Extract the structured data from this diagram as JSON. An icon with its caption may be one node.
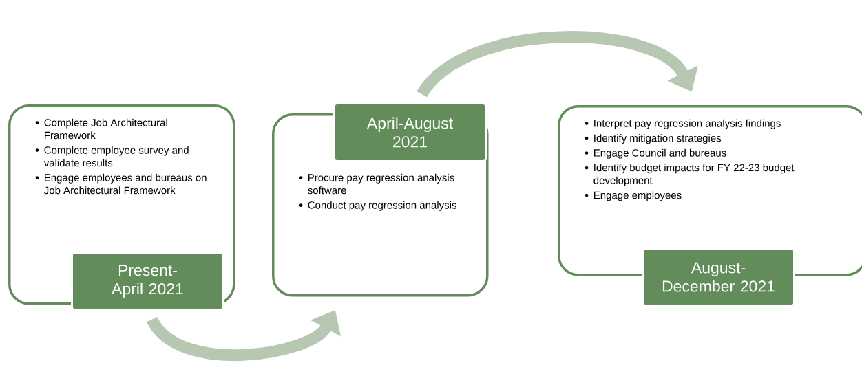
{
  "diagram": {
    "nodes": [
      {
        "text": [
          "Complete Job Architectural Framework",
          "Complete employee survey and validate results",
          "Engage employees and bureaus on Job Architectural Framework"
        ]
      },
      {
        "text": [
          "Present-April 2021"
        ]
      },
      {
        "text": [
          "April-August 2021"
        ]
      },
      {
        "text": [
          "Procure pay regression analysis software",
          "Conduct pay regression analysis"
        ]
      },
      {
        "text": [
          "Interpret pay regression analysis findings",
          "Identify mitigation strategies",
          "Engage Council and bureaus",
          "Identify budget impacts for FY 22-23 budget development",
          "Engage employees"
        ]
      },
      {
        "text": [
          "August- December 2021"
        ]
      }
    ],
    "edges": [
      {
        "from": 1,
        "to": 3,
        "arrow": "to"
      },
      {
        "from": 2,
        "to": 4,
        "arrow": "to"
      }
    ]
  }
}
